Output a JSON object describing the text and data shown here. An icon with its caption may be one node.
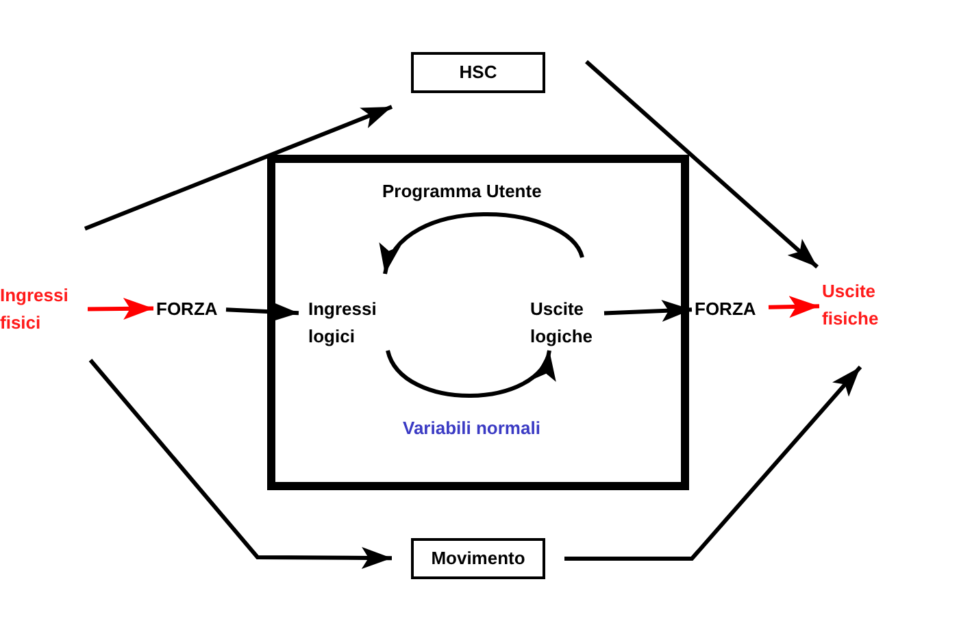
{
  "diagram": {
    "nodes": [
      {
        "text": [
          "Ingressi fisici"
        ]
      },
      {
        "text": [
          "FORZA"
        ]
      },
      {
        "text": [
          "HSC"
        ]
      },
      {
        "text": [],
        "shape": "box"
      },
      {
        "text": [
          "Ingressi logici"
        ],
        "in": 3
      },
      {
        "text": [
          "Uscite logiche"
        ],
        "in": 3
      },
      {
        "text": [
          "FORZA"
        ]
      },
      {
        "text": [
          "Uscite fisiche"
        ]
      },
      {
        "text": [
          "Movimento"
        ]
      }
    ],
    "edges": [
      {
        "from": 0,
        "to": 1,
        "arrow": "to",
        "color": "#ff0000"
      },
      {
        "from": 1,
        "to": 4,
        "arrow": "to"
      },
      {
        "from": 4,
        "to": 5,
        "arrow": "to"
      },
      {
        "from": 5,
        "to": 4,
        "arrow": "to"
      },
      {
        "from": 5,
        "to": 6,
        "arrow": "to"
      },
      {
        "from": 6,
        "to": 7,
        "arrow": "to",
        "color": "#ff0000"
      },
      {
        "from": 0,
        "to": 2,
        "arrow": "to"
      },
      {
        "from": 2,
        "to": 7,
        "arrow": "to"
      },
      {
        "from": 0,
        "to": 8,
        "arrow": "to"
      },
      {
        "from": 8,
        "to": 7,
        "arrow": "to"
      }
    ],
    "labels": [
      "Programma Utente",
      "Variabili normali"
    ]
  }
}
